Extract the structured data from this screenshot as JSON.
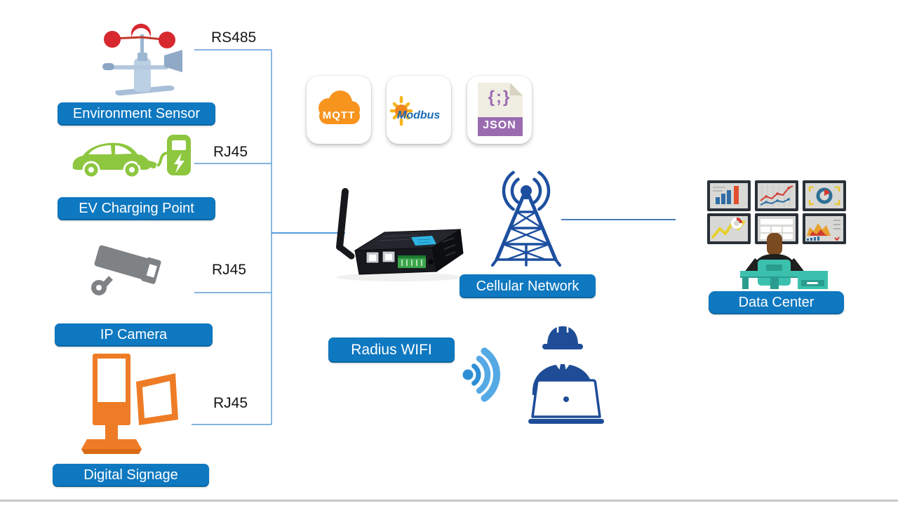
{
  "devices": [
    {
      "label": "Environment Sensor",
      "port": "RS485"
    },
    {
      "label": "EV Charging Point",
      "port": "RJ45"
    },
    {
      "label": "IP Camera",
      "port": "RJ45"
    },
    {
      "label": "Digital Signage",
      "port": "RJ45"
    }
  ],
  "protocols": [
    {
      "label": "MQTT"
    },
    {
      "label": "Modbus"
    },
    {
      "label": "JSON",
      "glyph": "{;}"
    }
  ],
  "network": {
    "cellular_label": "Cellular Network",
    "wifi_label": "Radius WIFI",
    "datacenter_label": "Data Center"
  },
  "colors": {
    "label_blue": "#0e78c0",
    "connector_blue": "#5b9bd5",
    "mqtt_orange": "#f7941e",
    "modbus_text_blue": "#1b6cb5",
    "modbus_gear_yellow": "#f7b51c",
    "json_purple": "#9b6bb0",
    "cellular_blue": "#1d4f9f",
    "wifi_blue": "#55a9e4",
    "worker_blue": "#1e4c97",
    "ev_green": "#8dc63f",
    "camera_gray": "#7f8284",
    "signage_orange": "#ee7c26",
    "sensor_red": "#d7282f",
    "desk_teal": "#3cc0ae"
  }
}
